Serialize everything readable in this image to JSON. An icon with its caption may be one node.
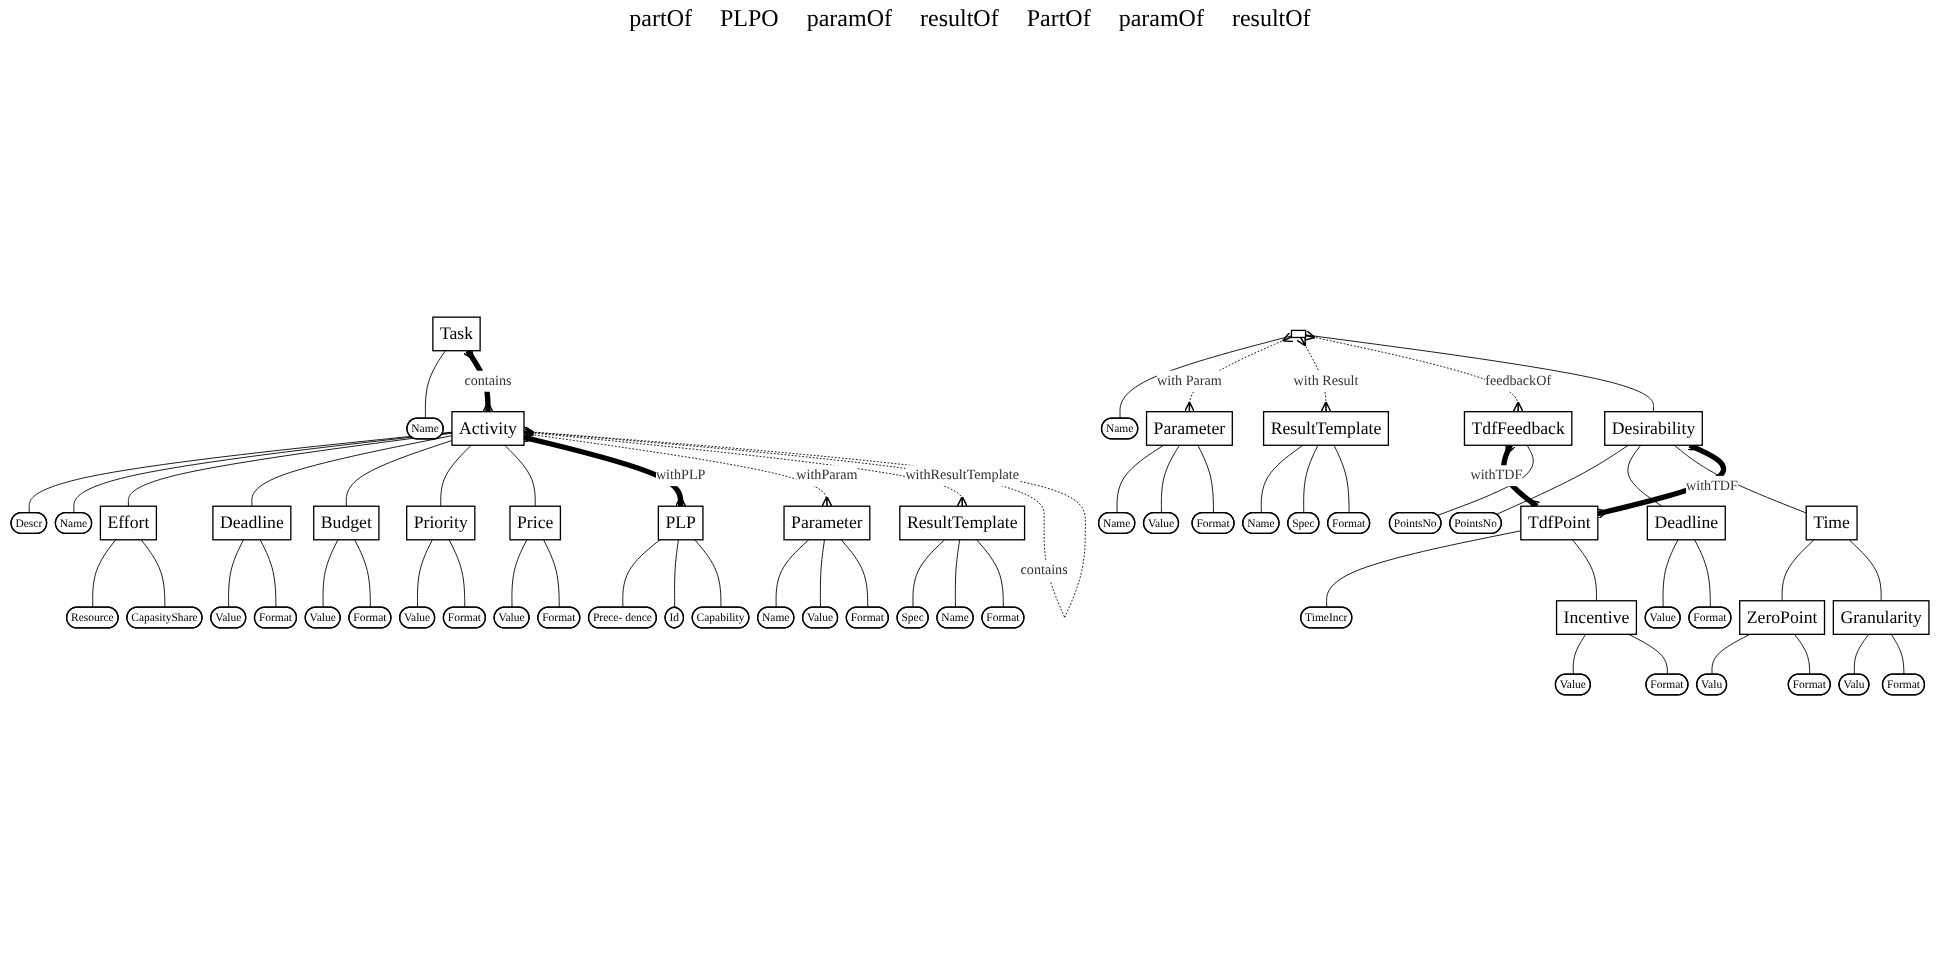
{
  "diagram": {
    "nodes": [
      {
        "text": [
          "Task"
        ]
      },
      {
        "text": [
          "Name"
        ]
      },
      {
        "text": [
          "Activity"
        ]
      },
      {
        "text": [
          "Descr"
        ]
      },
      {
        "text": [
          "Name"
        ]
      },
      {
        "text": [
          "Effort"
        ]
      },
      {
        "text": [
          "Resource"
        ]
      },
      {
        "text": [
          "CapasityShare"
        ]
      },
      {
        "text": [
          "Deadline"
        ]
      },
      {
        "text": [
          "Value"
        ]
      },
      {
        "text": [
          "Format"
        ]
      },
      {
        "text": [
          "Budget"
        ]
      },
      {
        "text": [
          "Value"
        ]
      },
      {
        "text": [
          "Format"
        ]
      },
      {
        "text": [
          "Priority"
        ]
      },
      {
        "text": [
          "Value"
        ]
      },
      {
        "text": [
          "Format"
        ]
      },
      {
        "text": [
          "Price"
        ]
      },
      {
        "text": [
          "Value"
        ]
      },
      {
        "text": [
          "Format"
        ]
      },
      {
        "text": [
          "PLP"
        ]
      },
      {
        "text": [
          "Prece- dence"
        ]
      },
      {
        "text": [
          "Id"
        ]
      },
      {
        "text": [
          "Capability"
        ]
      },
      {
        "text": [
          "Parameter"
        ]
      },
      {
        "text": [
          "Name"
        ]
      },
      {
        "text": [
          "Value"
        ]
      },
      {
        "text": [
          "Format"
        ]
      },
      {
        "text": [
          "ResultTemplate"
        ]
      },
      {
        "text": [
          "Spec"
        ]
      },
      {
        "text": [
          "Name"
        ]
      },
      {
        "text": [
          "Format"
        ]
      },
      {
        "text": [],
        "shape": "box"
      },
      {
        "text": [
          "Name"
        ]
      },
      {
        "text": [
          "Parameter"
        ]
      },
      {
        "text": [
          "Name"
        ]
      },
      {
        "text": [
          "Value"
        ]
      },
      {
        "text": [
          "Format"
        ]
      },
      {
        "text": [
          "ResultTemplate"
        ]
      },
      {
        "text": [
          "Name"
        ]
      },
      {
        "text": [
          "Spec"
        ]
      },
      {
        "text": [
          "Format"
        ]
      },
      {
        "text": [
          "Desirability"
        ]
      },
      {
        "text": [
          "PointsNo"
        ]
      },
      {
        "text": [
          "ZeroPoint"
        ]
      },
      {
        "text": [
          "Valu"
        ]
      },
      {
        "text": [
          "Format"
        ]
      },
      {
        "text": [
          "Granularity"
        ]
      },
      {
        "text": [
          "Valu"
        ]
      },
      {
        "text": [
          "Format"
        ]
      },
      {
        "text": [
          "Time"
        ]
      },
      {
        "text": [
          "Deadline"
        ]
      },
      {
        "text": [
          "Value"
        ]
      },
      {
        "text": [
          "Format"
        ]
      },
      {
        "text": [
          "TdfFeedback"
        ]
      },
      {
        "text": [
          "PointsNo"
        ]
      },
      {
        "text": [
          "TdfPoint"
        ]
      },
      {
        "text": [
          "TimeIncr"
        ]
      },
      {
        "text": [
          "Incentive"
        ]
      },
      {
        "text": [
          "Value"
        ]
      },
      {
        "text": [
          "Format"
        ]
      }
    ],
    "edges": [
      {
        "from": 0,
        "to": 1,
        "arrow": "none"
      },
      {
        "from": 2,
        "to": 3,
        "arrow": "none"
      },
      {
        "from": 2,
        "to": 4,
        "arrow": "none"
      },
      {
        "from": 5,
        "to": 6,
        "arrow": "none"
      },
      {
        "from": 5,
        "to": 7,
        "arrow": "none"
      },
      {
        "from": 8,
        "to": 9,
        "arrow": "none"
      },
      {
        "from": 8,
        "to": 10,
        "arrow": "none"
      },
      {
        "from": 11,
        "to": 12,
        "arrow": "none"
      },
      {
        "from": 11,
        "to": 13,
        "arrow": "none"
      },
      {
        "from": 14,
        "to": 15,
        "arrow": "none"
      },
      {
        "from": 14,
        "to": 16,
        "arrow": "none"
      },
      {
        "from": 17,
        "to": 18,
        "arrow": "none"
      },
      {
        "from": 17,
        "to": 19,
        "arrow": "none"
      },
      {
        "from": 20,
        "to": 21,
        "arrow": "none"
      },
      {
        "from": 20,
        "to": 22,
        "arrow": "none"
      },
      {
        "from": 20,
        "to": 23,
        "arrow": "none"
      },
      {
        "from": 24,
        "to": 25,
        "arrow": "none"
      },
      {
        "from": 24,
        "to": 26,
        "arrow": "none"
      },
      {
        "from": 24,
        "to": 27,
        "arrow": "none"
      },
      {
        "from": 28,
        "to": 29,
        "arrow": "none"
      },
      {
        "from": 28,
        "to": 30,
        "arrow": "none"
      },
      {
        "from": 28,
        "to": 31,
        "arrow": "none"
      },
      {
        "from": 0,
        "to": 2,
        "arrow": "other",
        "label": "contains",
        "style": "thick"
      },
      {
        "from": 2,
        "to": 5,
        "arrow": "none"
      },
      {
        "from": 2,
        "to": 8,
        "arrow": "none"
      },
      {
        "from": 2,
        "to": 11,
        "arrow": "none"
      },
      {
        "from": 2,
        "to": 14,
        "arrow": "none"
      },
      {
        "from": 2,
        "to": 17,
        "arrow": "none"
      },
      {
        "from": 2,
        "to": 20,
        "arrow": "other",
        "label": "withPLP",
        "style": "thick"
      },
      {
        "from": 2,
        "to": 24,
        "arrow": "other",
        "label": "withParam",
        "style": "dashed"
      },
      {
        "from": 2,
        "to": 28,
        "arrow": "other",
        "label": "withResultTemplate",
        "style": "dashed"
      },
      {
        "from": 2,
        "to": 2,
        "arrow": "other",
        "label": "contains",
        "style": "dashed"
      },
      {
        "from": 32,
        "to": 33,
        "arrow": "none"
      },
      {
        "from": 34,
        "to": 35,
        "arrow": "none"
      },
      {
        "from": 34,
        "to": 36,
        "arrow": "none"
      },
      {
        "from": 34,
        "to": 37,
        "arrow": "none"
      },
      {
        "from": 38,
        "to": 39,
        "arrow": "none"
      },
      {
        "from": 38,
        "to": 40,
        "arrow": "none"
      },
      {
        "from": 38,
        "to": 41,
        "arrow": "none"
      },
      {
        "from": 32,
        "to": 34,
        "arrow": "other",
        "label": "with Param",
        "style": "dashed"
      },
      {
        "from": 32,
        "to": 38,
        "arrow": "other",
        "label": "with Result",
        "style": "dashed"
      },
      {
        "from": 32,
        "to": 54,
        "arrow": "other",
        "label": "feedbackOf",
        "style": "dashed"
      },
      {
        "from": 32,
        "to": 42,
        "arrow": "none"
      },
      {
        "from": 42,
        "to": 43,
        "arrow": "none"
      },
      {
        "from": 42,
        "to": 51,
        "arrow": "none"
      },
      {
        "from": 42,
        "to": 50,
        "arrow": "none"
      },
      {
        "from": 50,
        "to": 44,
        "arrow": "none"
      },
      {
        "from": 50,
        "to": 47,
        "arrow": "none"
      },
      {
        "from": 44,
        "to": 45,
        "arrow": "none"
      },
      {
        "from": 44,
        "to": 46,
        "arrow": "none"
      },
      {
        "from": 47,
        "to": 48,
        "arrow": "none"
      },
      {
        "from": 47,
        "to": 49,
        "arrow": "none"
      },
      {
        "from": 51,
        "to": 52,
        "arrow": "none"
      },
      {
        "from": 51,
        "to": 53,
        "arrow": "none"
      },
      {
        "from": 42,
        "to": 56,
        "arrow": "other",
        "label": "withTDF",
        "style": "thick"
      },
      {
        "from": 54,
        "to": 56,
        "arrow": "other",
        "label": "withTDF",
        "style": "thick"
      },
      {
        "from": 54,
        "to": 55,
        "arrow": "none"
      },
      {
        "from": 56,
        "to": 57,
        "arrow": "none"
      },
      {
        "from": 56,
        "to": 58,
        "arrow": "none"
      },
      {
        "from": 58,
        "to": 59,
        "arrow": "none"
      },
      {
        "from": 58,
        "to": 60,
        "arrow": "none"
      }
    ],
    "labels": [
      "partOf",
      "PLPO",
      "paramOf",
      "resultOf",
      "PartOf",
      "paramOf",
      "resultOf"
    ]
  }
}
